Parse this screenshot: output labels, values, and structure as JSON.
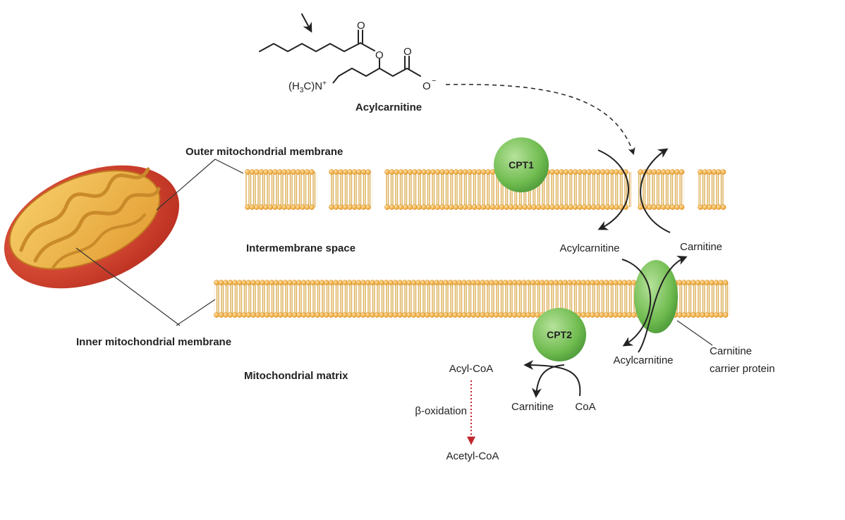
{
  "molecule": {
    "name": "Acylcarnitine",
    "carbonyl_o1": "O",
    "ester_o": "O",
    "carbonyl_o2": "O",
    "carboxylate": "O",
    "charge_minus": "−",
    "amine_group": "(H",
    "amine_sub3": "3",
    "amine_rest": "C)N",
    "charge_plus": "+"
  },
  "labels": {
    "outer_membrane": "Outer mitochondrial membrane",
    "inner_membrane": "Inner mitochondrial membrane",
    "intermembrane_space": "Intermembrane space",
    "matrix": "Mitochondrial matrix",
    "cpt1": "CPT1",
    "cpt2": "CPT2",
    "acylcarnitine_ims": "Acylcarnitine",
    "carnitine_ims": "Carnitine",
    "acylcarnitine_matrix": "Acylcarnitine",
    "carrier_line1": "Carnitine",
    "carrier_line2": "carrier protein",
    "acyl_coa": "Acyl-CoA",
    "carnitine_matrix": "Carnitine",
    "coa": "CoA",
    "beta_oxidation": "β-oxidation",
    "acetyl_coa": "Acetyl-CoA"
  },
  "colors": {
    "lipid_head": "#f4a93a",
    "lipid_tail": "#e9c36e",
    "enzyme_green": "#7cc35c",
    "enzyme_green_dark": "#4f9a3c",
    "mito_outer": "#d8412f",
    "mito_inner": "#efb446",
    "beta_arrow": "#c0272d"
  }
}
